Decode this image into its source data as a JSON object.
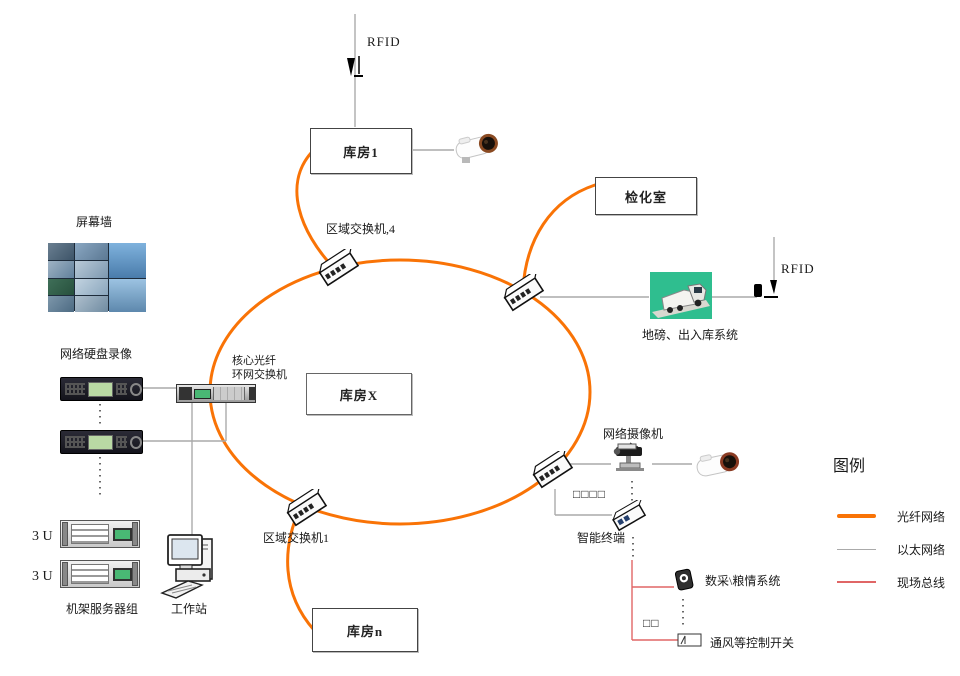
{
  "nodes": {
    "rfid_top": {
      "label": "RFID"
    },
    "warehouse_1": {
      "label": "库房1"
    },
    "fumigation_room": {
      "label": "检化室"
    },
    "warehouse_x": {
      "label": "库房X"
    },
    "warehouse_n": {
      "label": "库房n"
    },
    "area_switch_4": {
      "label": "区域交换机,4"
    },
    "area_switch_1": {
      "label": "区域交换机1"
    },
    "core_switch": {
      "label_line1": "核心光纤",
      "label_line2": "环网交换机"
    },
    "nvr_group": {
      "label": "网络硬盘录像"
    },
    "screen_wall": {
      "label": "屏幕墙"
    },
    "weighbridge": {
      "label": "地磅、出入库系统"
    },
    "rfid_right": {
      "label": "RFID"
    },
    "rack_server_1": {
      "label": "3 U"
    },
    "rack_server_2": {
      "label": "3 U"
    },
    "rack_group": {
      "label": "机架服务器组"
    },
    "workstation": {
      "label": "工作站"
    },
    "network_camera": {
      "label": "网络摄像机"
    },
    "ethernet_tag": {
      "label": "□□□□"
    },
    "smart_terminal": {
      "label": "智能终端"
    },
    "daq_system": {
      "label": "数采\\粮情系统"
    },
    "fieldbus_tag": {
      "label": "□□"
    },
    "vent_switch": {
      "label": "通风等控制开关"
    }
  },
  "legend": {
    "title": "图例",
    "items": [
      {
        "label": "光纤网络",
        "color": "#f97306"
      },
      {
        "label": "以太网络",
        "color": "#aaaaaa"
      },
      {
        "label": "现场总线",
        "color": "#e06666"
      }
    ]
  },
  "colors": {
    "fiber_network": "#f97306",
    "ethernet_network": "#aaaaaa",
    "fieldbus": "#e06666",
    "weighbridge_bg": "#2fbe8f",
    "lcd_green": "#49b874"
  }
}
